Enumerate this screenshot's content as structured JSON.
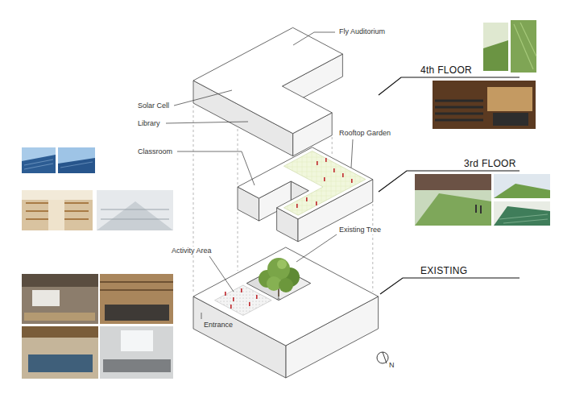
{
  "diagram": {
    "labels": [
      "Fly Auditorium",
      "4th FLOOR",
      "Solar Cell",
      "Library",
      "Classroom",
      "Rooftop Garden",
      "3rd FLOOR",
      "Activity Area",
      "Existing Tree",
      "EXISTING",
      "Entrance",
      "N"
    ]
  }
}
